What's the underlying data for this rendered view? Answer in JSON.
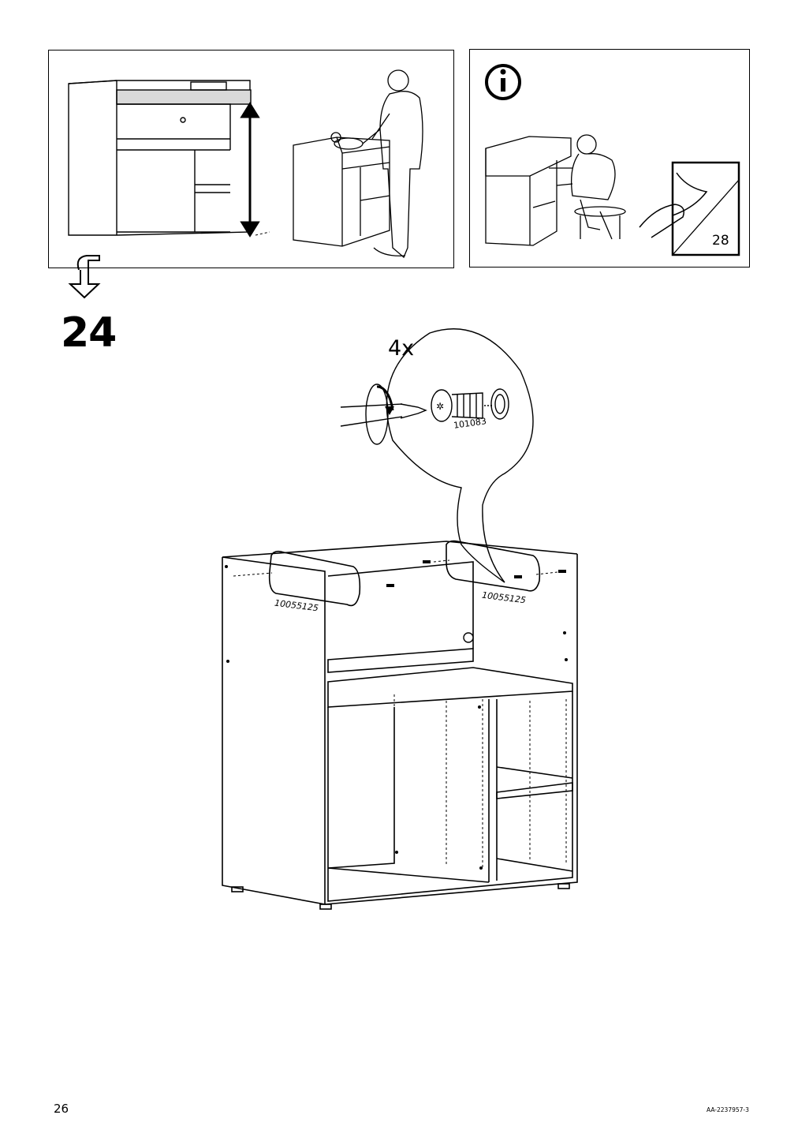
{
  "step": {
    "number": "24",
    "quantity": "4x"
  },
  "parts": {
    "screw_id": "101083",
    "fitting_left": "10055125",
    "fitting_right": "10055125"
  },
  "info_panel": {
    "icon": "info-icon",
    "page_ref": "28"
  },
  "footer": {
    "page_number": "26",
    "document_code": "AA-2237957-3"
  }
}
